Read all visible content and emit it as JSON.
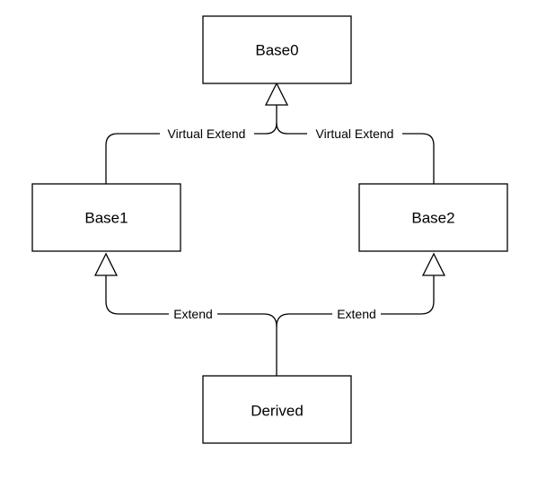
{
  "nodes": {
    "base0": "Base0",
    "base1": "Base1",
    "base2": "Base2",
    "derived": "Derived"
  },
  "edges": {
    "base1_to_base0": "Virtual Extend",
    "base2_to_base0": "Virtual Extend",
    "derived_to_base1": "Extend",
    "derived_to_base2": "Extend"
  },
  "colors": {
    "stroke": "#000000",
    "fill": "#ffffff"
  }
}
